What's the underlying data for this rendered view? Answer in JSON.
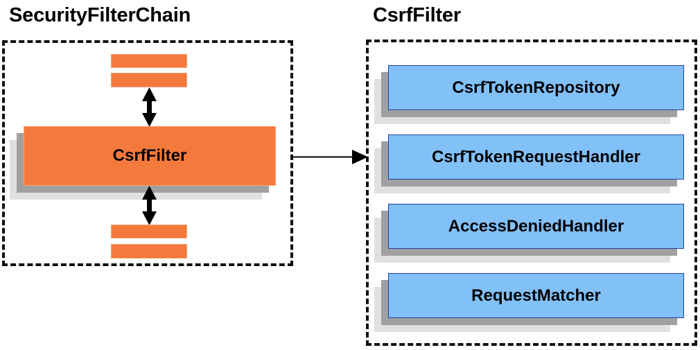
{
  "diagram": {
    "title_left": "SecurityFilterChain",
    "title_right": "CsrfFilter",
    "colors": {
      "orange_fill": "#f4793c",
      "orange_border": "#f9a377",
      "blue_fill": "#82c0f8",
      "blue_border": "#1f3f9e",
      "shadow_near": "#a0a0a0",
      "shadow_far": "#e0e0e0",
      "outline": "#111111",
      "text": "#000000"
    }
  },
  "left_panel": {
    "title": "SecurityFilterChain",
    "filter_node": {
      "label": "CsrfFilter"
    },
    "bars_above": [
      {
        "label": ""
      },
      {
        "label": ""
      }
    ],
    "bars_below": [
      {
        "label": ""
      },
      {
        "label": ""
      }
    ],
    "arrows": [
      {
        "name": "arrow-above-filter",
        "kind": "double-headed-vertical"
      },
      {
        "name": "arrow-below-filter",
        "kind": "double-headed-vertical"
      }
    ]
  },
  "connector": {
    "name": "csrffilter-detail-arrow",
    "kind": "single-headed-horizontal",
    "from": "CsrfFilter",
    "to": "CsrfFilter detail panel"
  },
  "right_panel": {
    "title": "CsrfFilter",
    "collaborators": [
      {
        "label": "CsrfTokenRepository"
      },
      {
        "label": "CsrfTokenRequestHandler"
      },
      {
        "label": "AccessDeniedHandler"
      },
      {
        "label": "RequestMatcher"
      }
    ]
  }
}
